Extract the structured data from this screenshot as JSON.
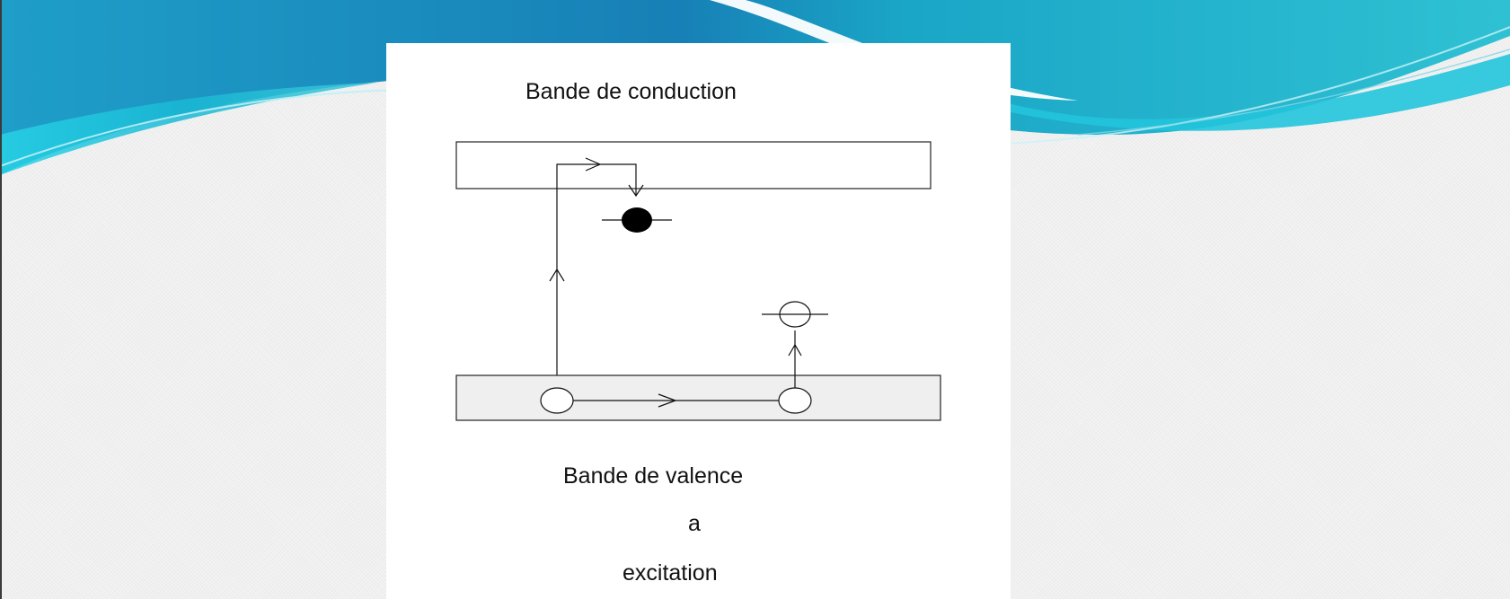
{
  "slide": {
    "figure": {
      "conduction_label": "Bande de conduction",
      "valence_label": "Bande de valence",
      "sub_label": "a",
      "caption": "excitation"
    }
  }
}
